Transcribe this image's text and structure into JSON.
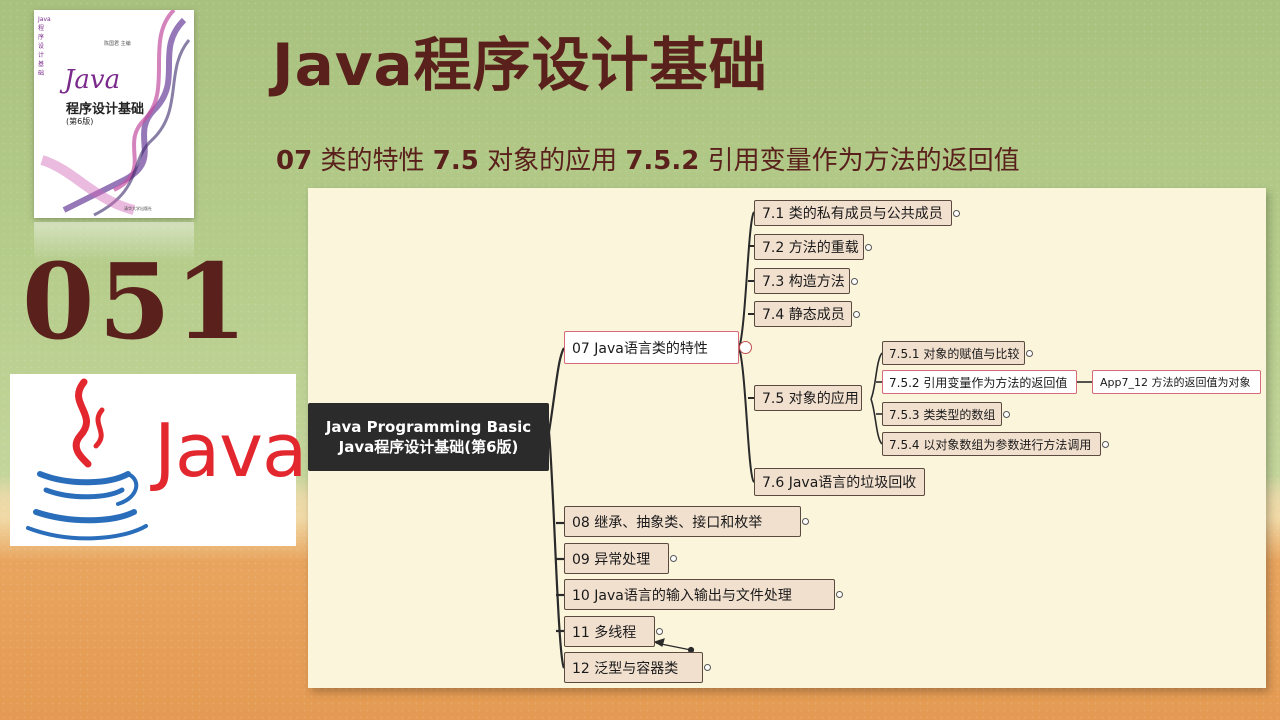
{
  "title": "Java程序设计基础",
  "subtitle": {
    "ch_num": "07",
    "ch_text": "类的特性",
    "sec_num": "7.5",
    "sec_text": "对象的应用",
    "sub_num": "7.5.2",
    "sub_text": "引用变量作为方法的返回值"
  },
  "episode": "051",
  "book": {
    "java": "Java",
    "name": "程序设计基础",
    "edition": "(第6版)",
    "spine": "Java程序设计基础",
    "author": "陈国君 主编",
    "publisher": "清华大学出版社"
  },
  "java_logo": {
    "word": "Java"
  },
  "mindmap": {
    "root": {
      "line1": "Java Programming Basic",
      "line2": "Java程序设计基础(第6版)"
    },
    "ch07": "07 Java语言类的特性",
    "s71": "7.1 类的私有成员与公共成员",
    "s72": "7.2 方法的重载",
    "s73": "7.3 构造方法",
    "s74": "7.4 静态成员",
    "s75": "7.5 对象的应用",
    "s751": "7.5.1 对象的赋值与比较",
    "s752": "7.5.2 引用变量作为方法的返回值",
    "app": "App7_12 方法的返回值为对象",
    "s753": "7.5.3 类类型的数组",
    "s754": "7.5.4 以对象数组为参数进行方法调用",
    "s76": "7.6 Java语言的垃圾回收",
    "ch08": "08 继承、抽象类、接口和枚举",
    "ch09": "09 异常处理",
    "ch10": "10 Java语言的输入输出与文件处理",
    "ch11": "11 多线程",
    "ch12": "12 泛型与容器类"
  },
  "colors": {
    "title": "#5a211c",
    "node_fill": "#f2e0cf",
    "highlight_border": "#d46a7a",
    "root_fill": "#2b2b2b",
    "java_red": "#e3272e",
    "java_blue": "#2a6ebb"
  }
}
